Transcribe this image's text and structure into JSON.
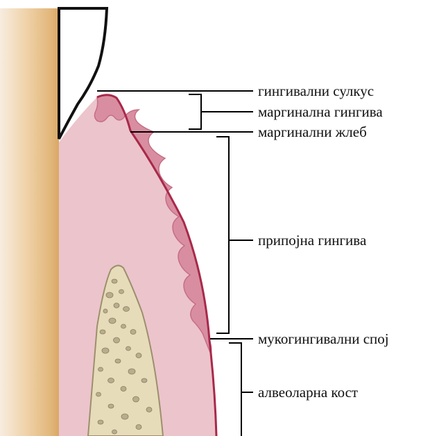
{
  "labels": {
    "gingival_sulcus": "гингивални сулкус",
    "marginal_gingiva": "маргинална гингива",
    "marginal_groove": "маргинални жлеб",
    "attached_gingiva": "припојна гингива",
    "mucogingival_junction": "мукогингивални спој",
    "alveolar_bone": "алвеоларна кост"
  },
  "colors": {
    "tooth_root": "#e8c894",
    "gingiva": "#ecc4cc",
    "gingiva_epithelium": "#d88ea0",
    "gingiva_outline": "#a8294a",
    "bone": "#e6dcba",
    "bone_pores": "#b8ad8c",
    "enamel": "#ffffff",
    "lines": "#000000"
  },
  "icons": [
    "tooth-root",
    "enamel-crown",
    "gingiva-tissue",
    "alveolar-bone"
  ]
}
